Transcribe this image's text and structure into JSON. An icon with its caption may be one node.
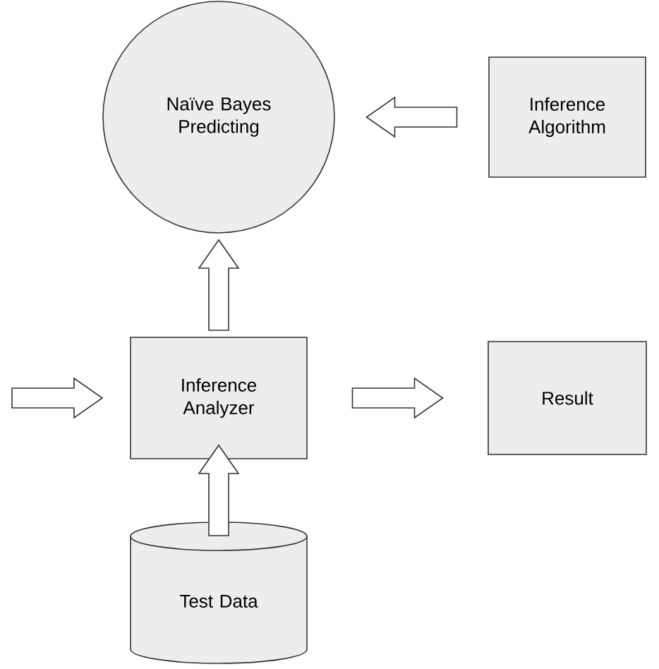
{
  "diagram": {
    "nodes": [
      {
        "text": [
          "Naïve Bayes Predicting"
        ]
      },
      {
        "text": [
          "Inference Algorithm"
        ]
      },
      {
        "text": [
          "Inference Analyzer"
        ]
      },
      {
        "text": [
          "Result"
        ]
      },
      {
        "text": [
          "Test Data"
        ]
      }
    ],
    "edges": [
      {
        "from": 1,
        "to": 0,
        "arrow": "to"
      },
      {
        "from": 2,
        "to": 0,
        "arrow": "to"
      },
      {
        "from": null,
        "to": 2,
        "arrow": "to"
      },
      {
        "from": 2,
        "to": 3,
        "arrow": "to"
      },
      {
        "from": 4,
        "to": 2,
        "arrow": "to"
      }
    ]
  }
}
